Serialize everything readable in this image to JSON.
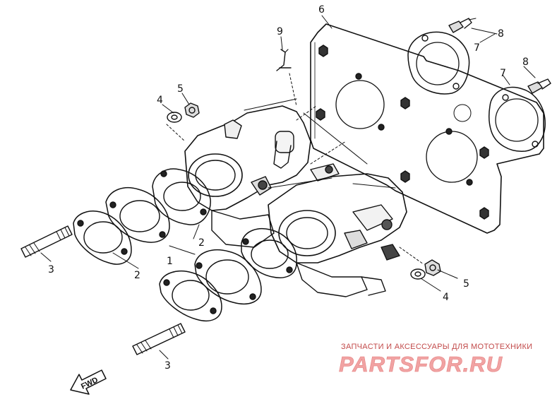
{
  "diagram": {
    "part_labels": {
      "p1": "1",
      "p2a": "2",
      "p2b": "2",
      "p3a": "3",
      "p3b": "3",
      "p4a": "4",
      "p4b": "4",
      "p5a": "5",
      "p5b": "5",
      "p6": "6",
      "p7a": "7",
      "p7b": "7",
      "p8a": "8",
      "p8b": "8",
      "p9": "9"
    },
    "direction_label": "FWD"
  },
  "watermark": {
    "tagline": "ЗАПЧАСТИ И АКСЕССУАРЫ ДЛЯ МОТОТЕХНИКИ",
    "brand": "PARTSFOR.RU"
  }
}
